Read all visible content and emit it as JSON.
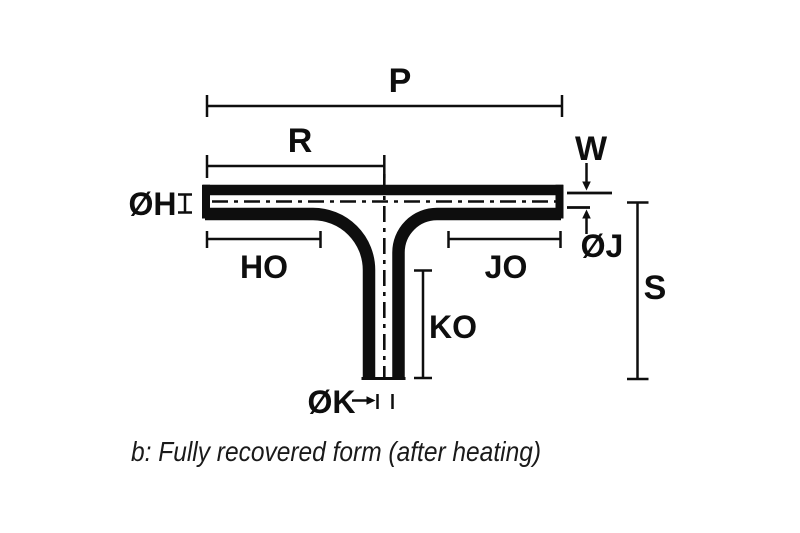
{
  "diagram": {
    "type": "technical-drawing",
    "subject": "T-shaped heat-shrink moulded part, fully recovered form",
    "caption": "b: Fully recovered form (after heating)",
    "colors": {
      "ink": "#0e0e0e",
      "background": "#ffffff"
    },
    "labels": {
      "p": "P",
      "r": "R",
      "w": "W",
      "s": "S",
      "dia_h": "ØH",
      "dia_j": "ØJ",
      "dia_k": "ØK",
      "ho": "HO",
      "jo": "JO",
      "ko": "KO"
    }
  }
}
